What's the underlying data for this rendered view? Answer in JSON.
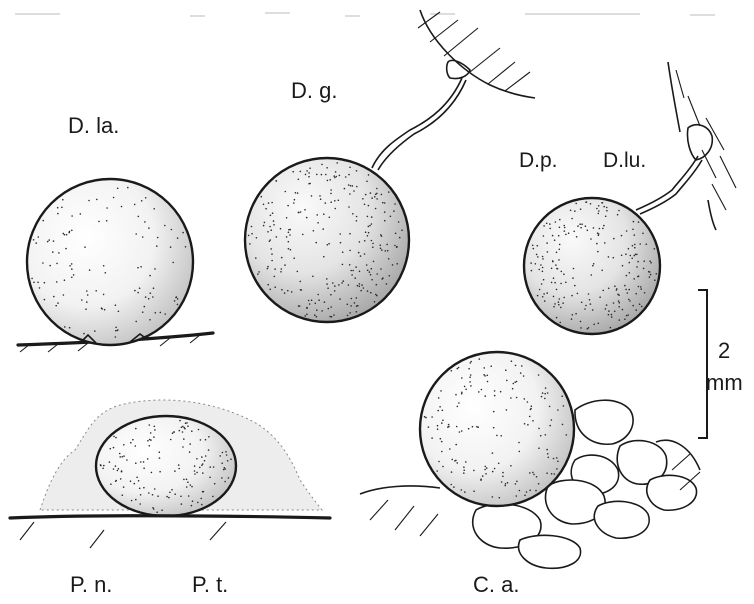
{
  "labels": {
    "d_la": "D. la.",
    "d_g": "D. g.",
    "d_p": "D.p.",
    "d_lu": "D.lu.",
    "p_n": "P. n.",
    "p_t": "P. t.",
    "c_a": "C. a.",
    "scale_value": "2",
    "scale_unit": "mm"
  }
}
